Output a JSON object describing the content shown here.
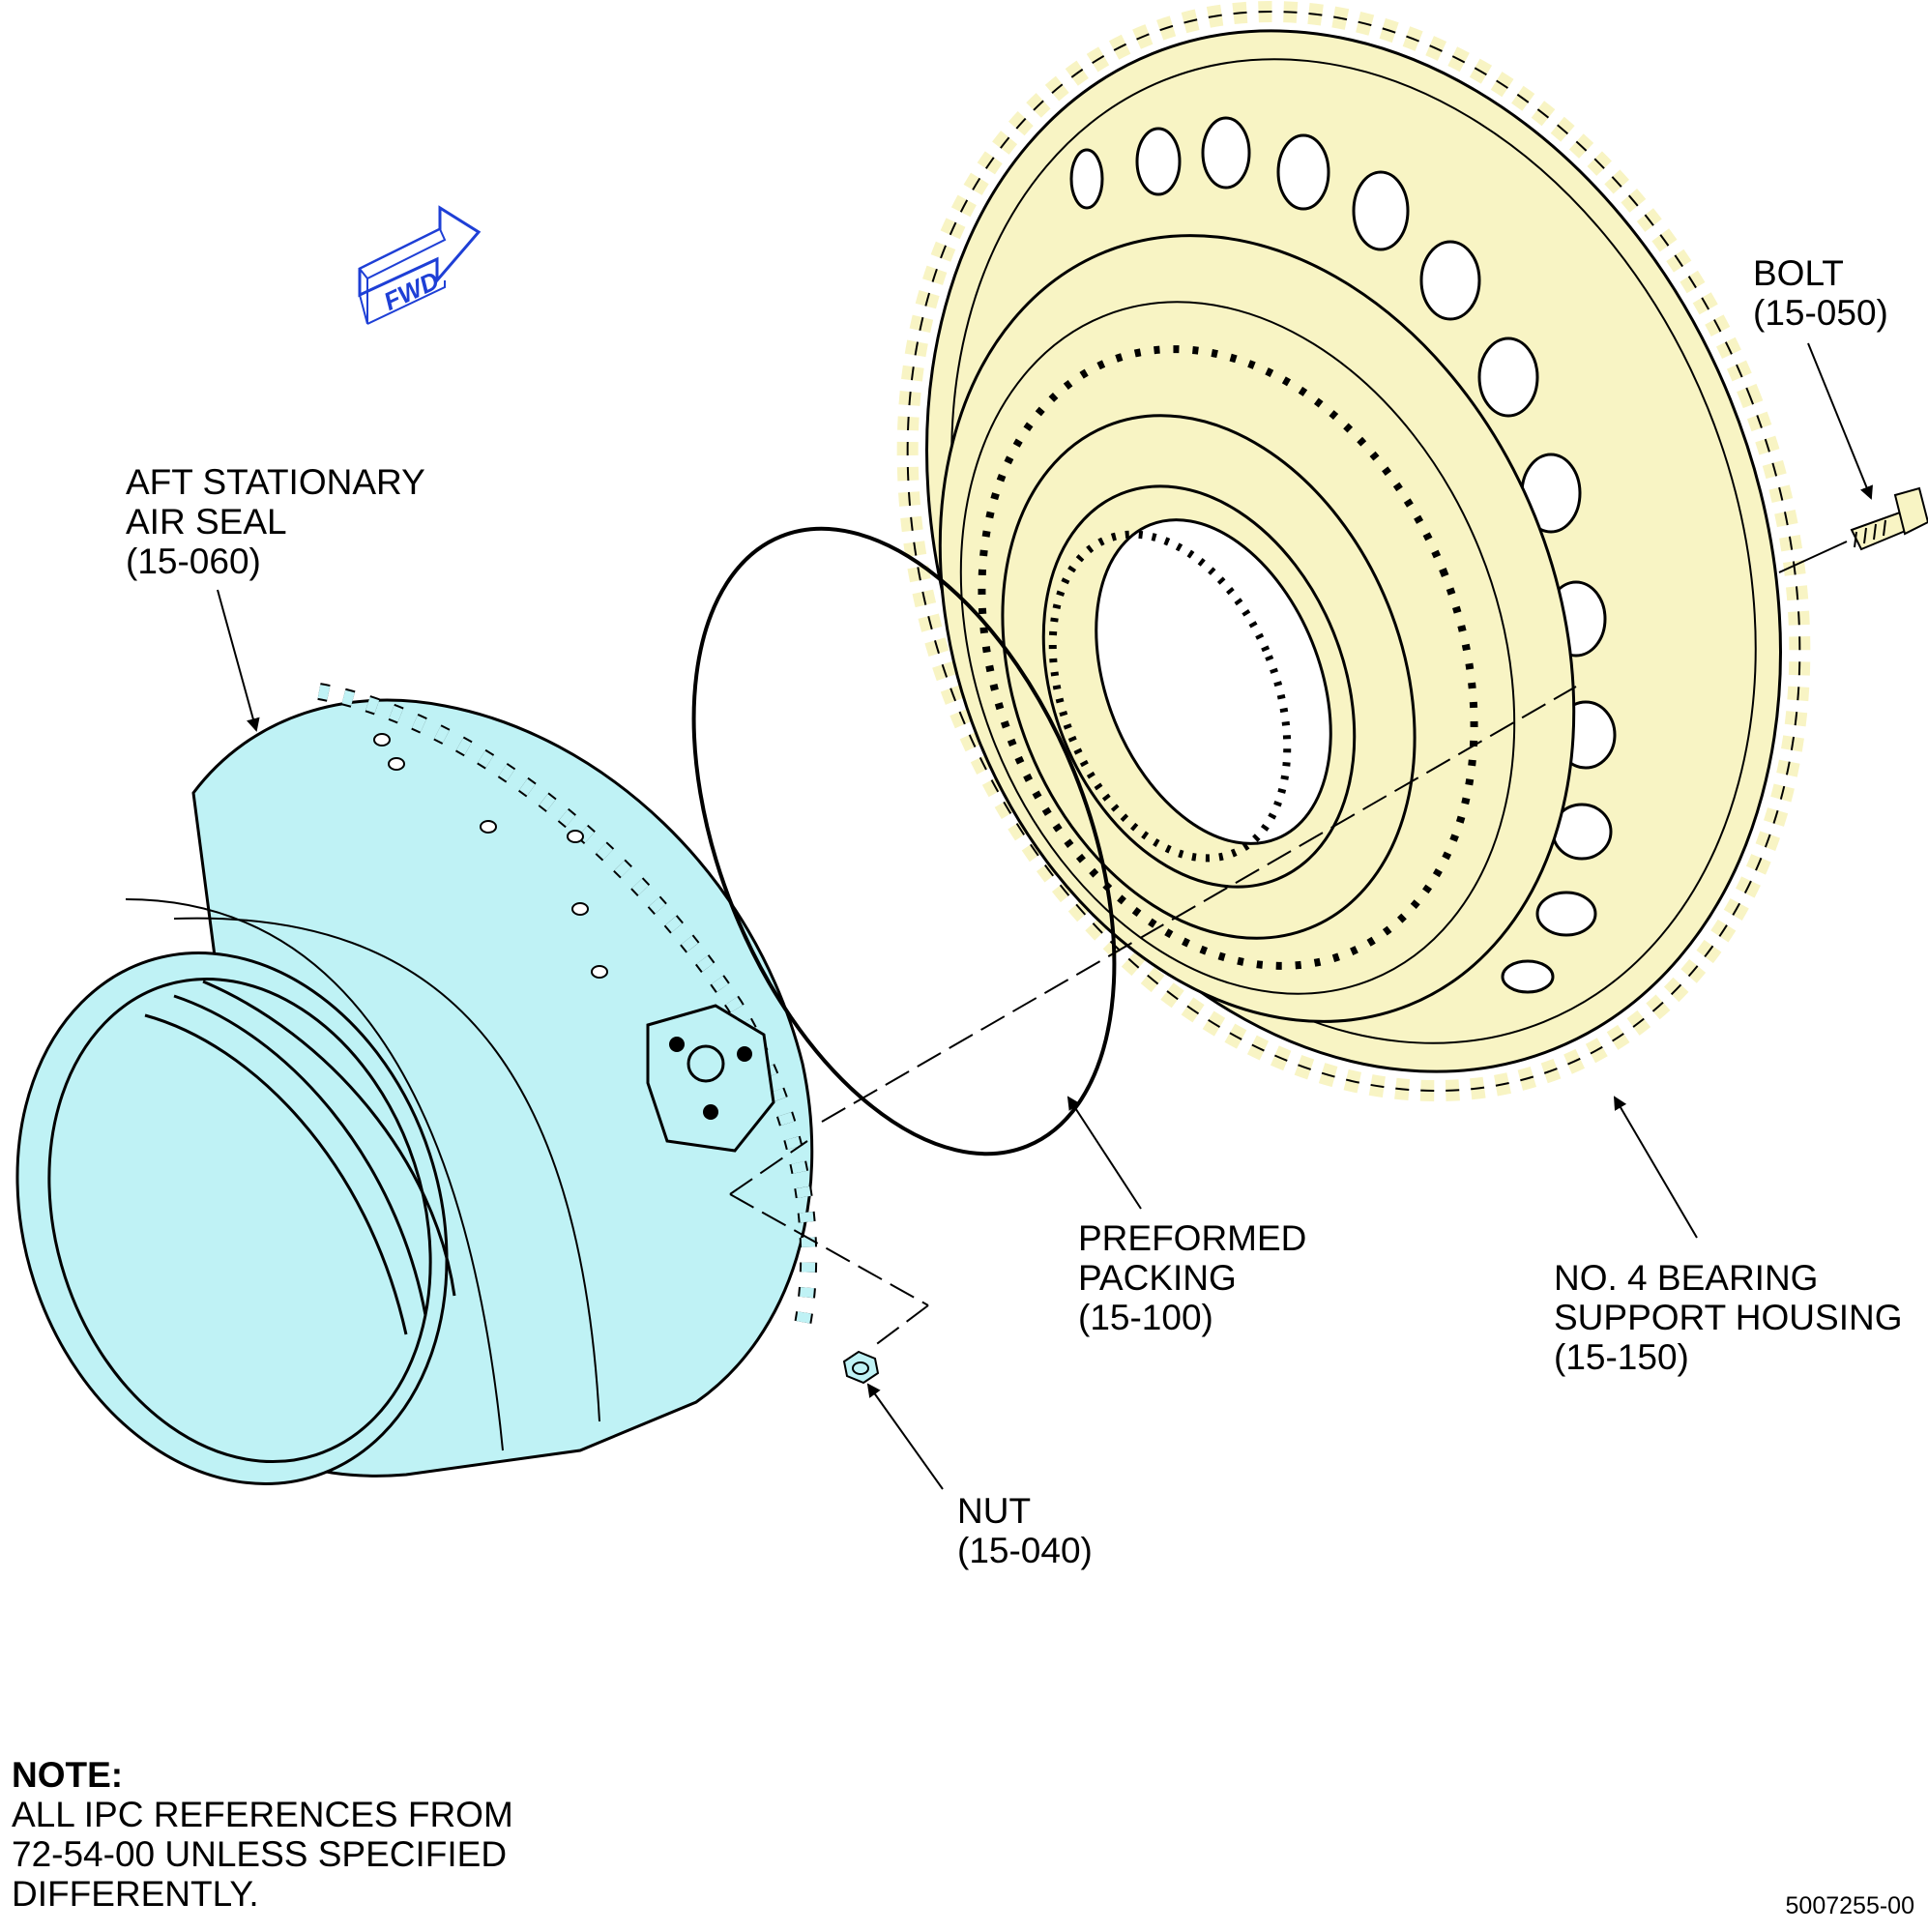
{
  "fwd_indicator": {
    "text": "FWD",
    "color": "#1E3FD6"
  },
  "parts": {
    "air_seal": {
      "line1": "AFT STATIONARY",
      "line2": "AIR SEAL",
      "ref": "(15-060)",
      "color": "#BFF2F5"
    },
    "packing": {
      "line1": "PREFORMED",
      "line2": "PACKING",
      "ref": "(15-100)"
    },
    "housing": {
      "line1": "NO. 4 BEARING",
      "line2": "SUPPORT HOUSING",
      "ref": "(15-150)",
      "color": "#F8F4C4"
    },
    "bolt": {
      "line1": "BOLT",
      "ref": "(15-050)"
    },
    "nut": {
      "line1": "NUT",
      "ref": "(15-040)"
    }
  },
  "note": {
    "title": "NOTE:",
    "lines": [
      "ALL IPC REFERENCES FROM",
      "72-54-00 UNLESS SPECIFIED",
      "DIFFERENTLY."
    ]
  },
  "figure_number": "5007255-00"
}
